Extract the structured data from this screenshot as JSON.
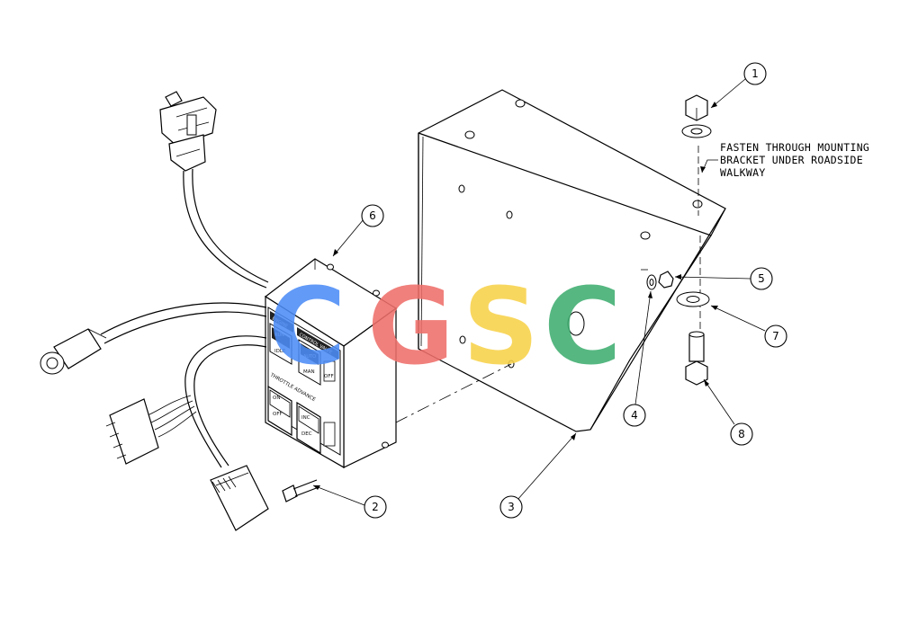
{
  "note": {
    "lines": [
      "FASTEN THROUGH MOUNTING",
      "BRACKET UNDER ROADSIDE",
      "WALKWAY"
    ]
  },
  "callouts": [
    {
      "number": "1"
    },
    {
      "number": "2"
    },
    {
      "number": "3"
    },
    {
      "number": "4"
    },
    {
      "number": "5"
    },
    {
      "number": "6"
    },
    {
      "number": "7"
    },
    {
      "number": "8"
    }
  ],
  "panel_labels": {
    "engine": "ENGINE",
    "control_valve": "CONTROL VALVE",
    "run": "RUN",
    "idle": "IDLE",
    "man": "MAN",
    "auto": "AUTO",
    "throttle_advance": "THROTTLE ADVANCE",
    "on": "ON",
    "off": "OFF",
    "inc": "INC",
    "dec": "DEC",
    "side_tag": "OFF"
  },
  "watermark": {
    "letters": [
      "C",
      "G",
      "S",
      "C"
    ],
    "colors": [
      "#4d8df6",
      "#ef6f6a",
      "#f8d24a",
      "#3fae70"
    ]
  }
}
